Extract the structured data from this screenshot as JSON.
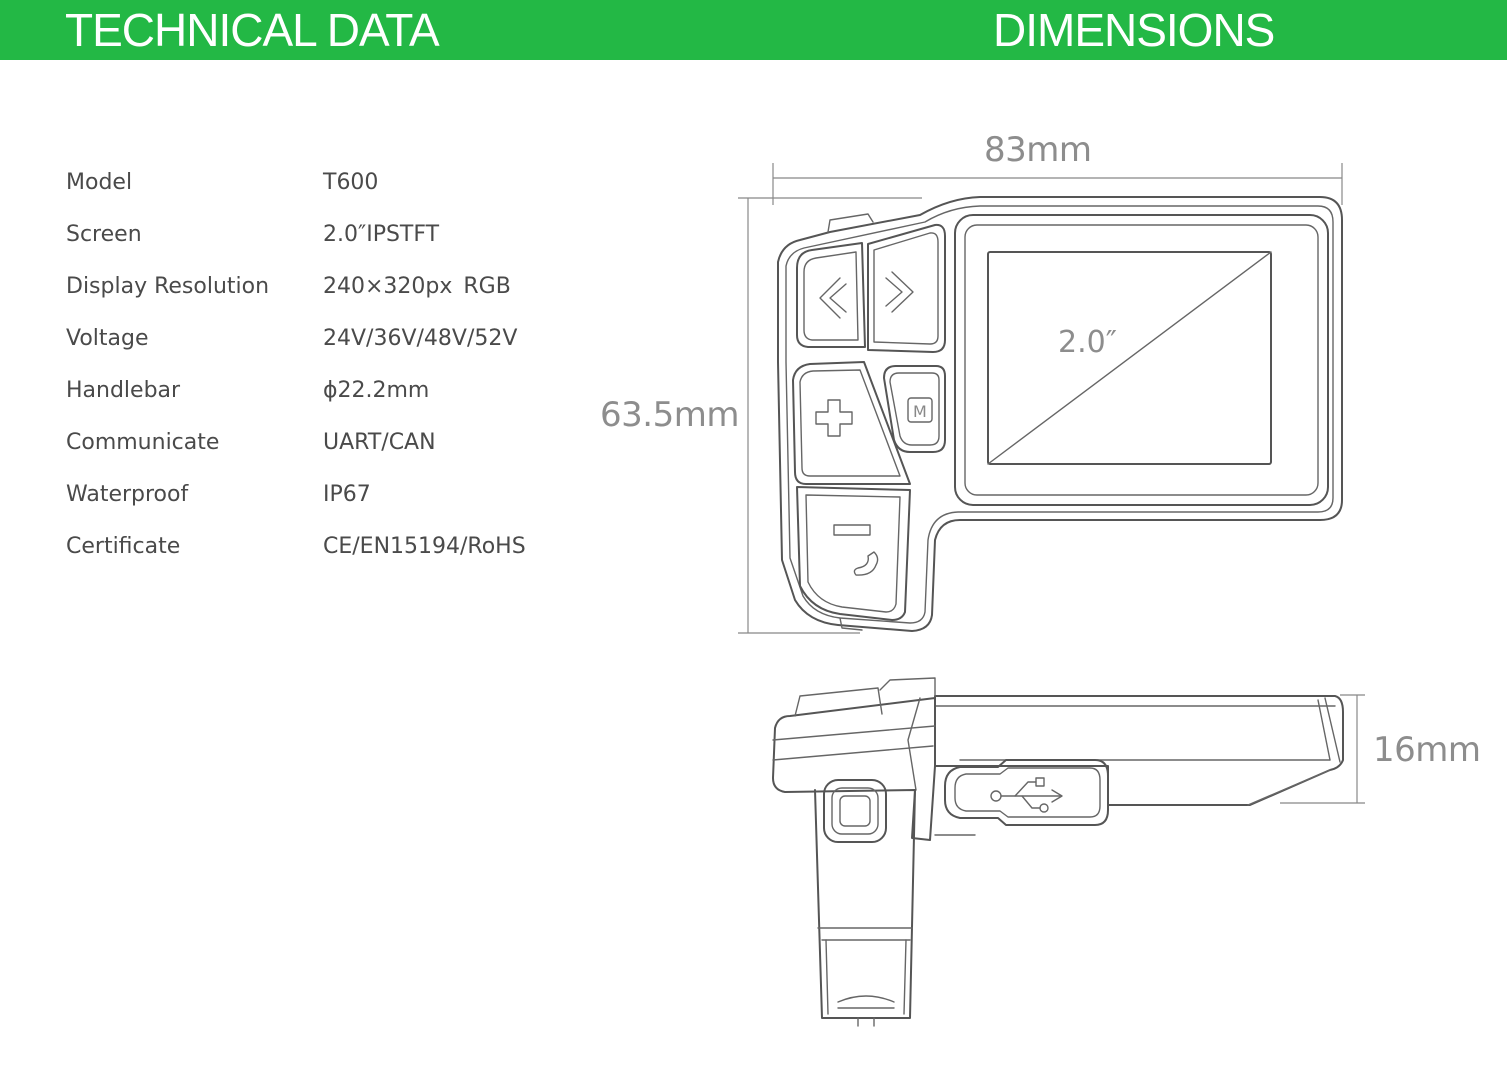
{
  "header": {
    "technical_title": "TECHNICAL DATA",
    "dimensions_title": "DIMENSIONS",
    "bar_color": "#23b845"
  },
  "specs": [
    {
      "label": "Model",
      "value": "T600"
    },
    {
      "label": "Screen",
      "value": "2.0″IPSTFT"
    },
    {
      "label": "Display Resolution",
      "value": "240×320px RGB"
    },
    {
      "label": "Voltage",
      "value": "24V/36V/48V/52V"
    },
    {
      "label": "Handlebar",
      "value": "ϕ22.2mm"
    },
    {
      "label": "Communicate",
      "value": "UART/CAN"
    },
    {
      "label": "Waterproof",
      "value": "IP67"
    },
    {
      "label": "Certificate",
      "value": "CE/EN15194/RoHS"
    }
  ],
  "dimensions": {
    "width": "83mm",
    "height": "63.5mm",
    "depth": "16mm",
    "screen_size": "2.0″",
    "mode_button": "M"
  },
  "icons": {
    "left_button": "chevron-left-icon",
    "right_button": "chevron-right-icon",
    "plus_button": "plus-icon",
    "minus_button": "minus-icon",
    "walk_assist": "walk-assist-icon",
    "usb_port": "usb-icon"
  }
}
